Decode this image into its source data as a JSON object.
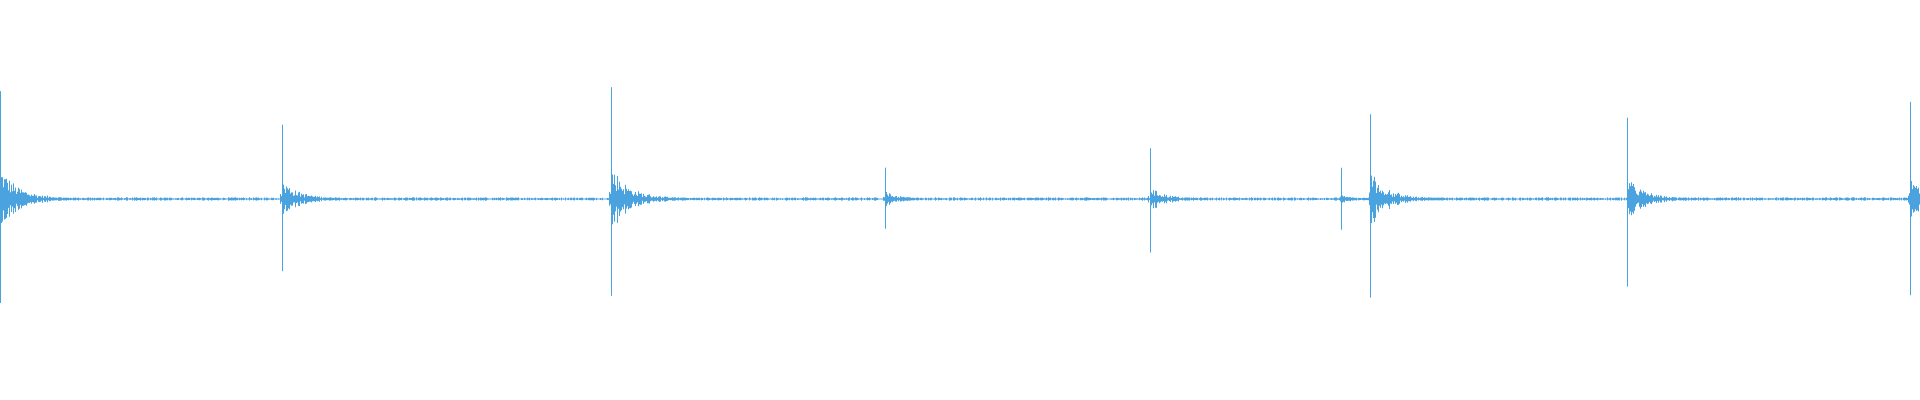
{
  "waveform": {
    "color": "#4aa3df",
    "transients": [
      {
        "t": 0.0,
        "amp": 0.97,
        "decay": 1.0
      },
      {
        "t": 0.1467,
        "amp": 0.68,
        "decay": 0.85
      },
      {
        "t": 0.3186,
        "amp": 1.0,
        "decay": 1.0
      },
      {
        "t": 0.4611,
        "amp": 0.3,
        "decay": 0.7
      },
      {
        "t": 0.5995,
        "amp": 0.53,
        "decay": 0.65
      },
      {
        "t": 0.6986,
        "amp": 0.32,
        "decay": 0.35
      },
      {
        "t": 0.7141,
        "amp": 0.89,
        "decay": 0.9
      },
      {
        "t": 0.8478,
        "amp": 0.79,
        "decay": 0.8
      },
      {
        "t": 0.9955,
        "amp": 0.93,
        "decay": 0.6
      }
    ],
    "noise_floor": 0.012
  }
}
